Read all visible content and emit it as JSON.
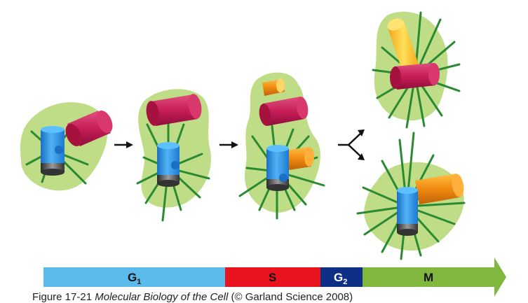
{
  "phase_bar": {
    "segments": [
      {
        "label": "G",
        "subscript": "1",
        "color": "#5bbcec"
      },
      {
        "label": "S",
        "subscript": "",
        "color": "#e8131f"
      },
      {
        "label": "G",
        "subscript": "2",
        "color": "#0e2f86"
      },
      {
        "label": "M",
        "subscript": "",
        "color": "#82b73d"
      }
    ]
  },
  "caption": {
    "figure": "Figure 17-21",
    "title": "Molecular Biology of the Cell",
    "credit": "(© Garland Science 2008)"
  },
  "colors": {
    "cytoplasm": "#bfdc86",
    "centriole_blue": "#2f8fe0",
    "centriole_magenta": "#c8205a",
    "centriole_orange": "#f08a10",
    "centriole_yellow": "#f7c12a",
    "microtubule": "#2a8a32",
    "arrow": "#111111"
  },
  "icons": [
    "right-arrow-icon",
    "split-arrow-icon"
  ]
}
